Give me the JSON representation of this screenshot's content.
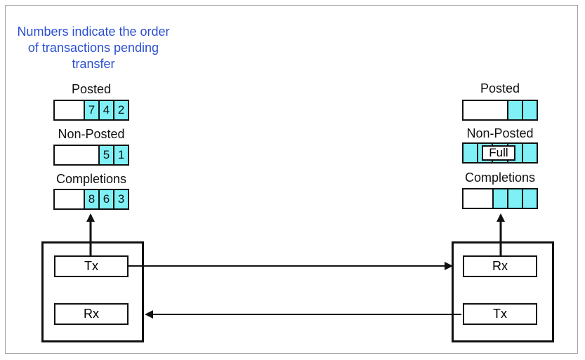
{
  "note": "Numbers indicate the order of transactions pending transfer",
  "left": {
    "posted": {
      "label": "Posted",
      "slots": [
        "7",
        "4",
        "2"
      ]
    },
    "nonposted": {
      "label": "Non-Posted",
      "slots": [
        "5",
        "1"
      ]
    },
    "completions": {
      "label": "Completions",
      "slots": [
        "8",
        "6",
        "3"
      ]
    },
    "tx": "Tx",
    "rx": "Rx"
  },
  "right": {
    "posted": {
      "label": "Posted",
      "slots": [
        "",
        ""
      ]
    },
    "nonposted": {
      "label": "Non-Posted",
      "full": "Full"
    },
    "completions": {
      "label": "Completions",
      "slots": [
        "",
        "",
        ""
      ]
    },
    "tx": "Tx",
    "rx": "Rx"
  },
  "colors": {
    "queue_fill": "#7ff1f6",
    "note_text": "#2a4fd0"
  }
}
